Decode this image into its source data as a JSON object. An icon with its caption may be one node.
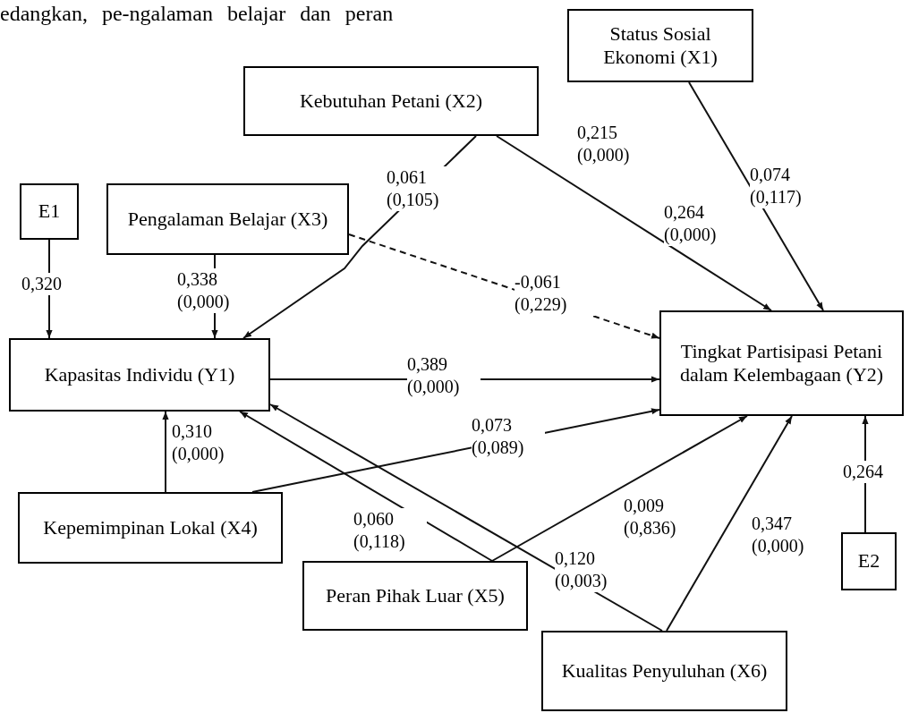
{
  "diagram": {
    "nodes": [
      {
        "text": [
          "Status Sosial Ekonomi (X1)"
        ]
      },
      {
        "text": [
          "Kebutuhan Petani (X2)"
        ]
      },
      {
        "text": [
          "E1"
        ]
      },
      {
        "text": [
          "Pengalaman Belajar (X3)"
        ]
      },
      {
        "text": [
          "Kapasitas Individu (Y1)"
        ]
      },
      {
        "text": [
          "Tingkat Partisipasi Petani dalam Kelembagaan (Y2)"
        ]
      },
      {
        "text": [
          "Kepemimpinan Lokal (X4)"
        ]
      },
      {
        "text": [
          "Peran Pihak Luar (X5)"
        ]
      },
      {
        "text": [
          "Kualitas Penyuluhan (X6)"
        ]
      },
      {
        "text": [
          "E2"
        ]
      }
    ],
    "edges": [
      {
        "from": 2,
        "to": 4,
        "arrow": "to",
        "label": "0,320"
      },
      {
        "from": 3,
        "to": 4,
        "arrow": "to",
        "label": "0,338 (0,000)"
      },
      {
        "from": 1,
        "to": 4,
        "arrow": "to",
        "label": "0,061 (0,105)"
      },
      {
        "from": 3,
        "to": 5,
        "arrow": "to",
        "label": "-0,061 (0,229)",
        "style": "dashed"
      },
      {
        "from": 1,
        "to": 5,
        "arrow": "to",
        "label": "0,264 (0,000)"
      },
      {
        "from": 0,
        "to": 5,
        "arrow": "to",
        "label": "0,074 (0,117)"
      },
      {
        "from": 4,
        "to": 5,
        "arrow": "to",
        "label": "0,389 (0,000)"
      },
      {
        "from": 6,
        "to": 4,
        "arrow": "to",
        "label": "0,310 (0,000)"
      },
      {
        "from": 6,
        "to": 5,
        "arrow": "to",
        "label": "0,073 (0,089)"
      },
      {
        "from": 7,
        "to": 4,
        "arrow": "to",
        "label": "0,060 (0,118)"
      },
      {
        "from": 7,
        "to": 5,
        "arrow": "to",
        "label": "0,009 (0,836)"
      },
      {
        "from": 8,
        "to": 4,
        "arrow": "to",
        "label": "0,120 (0,003)"
      },
      {
        "from": 8,
        "to": 5,
        "arrow": "to",
        "label": "0,347 (0,000)"
      },
      {
        "from": 9,
        "to": 5,
        "arrow": "to",
        "label": "0,264"
      }
    ],
    "labels": [
      "edangkan, pe-ngalaman belajar dan peran",
      "0,215 (0,000)"
    ]
  }
}
